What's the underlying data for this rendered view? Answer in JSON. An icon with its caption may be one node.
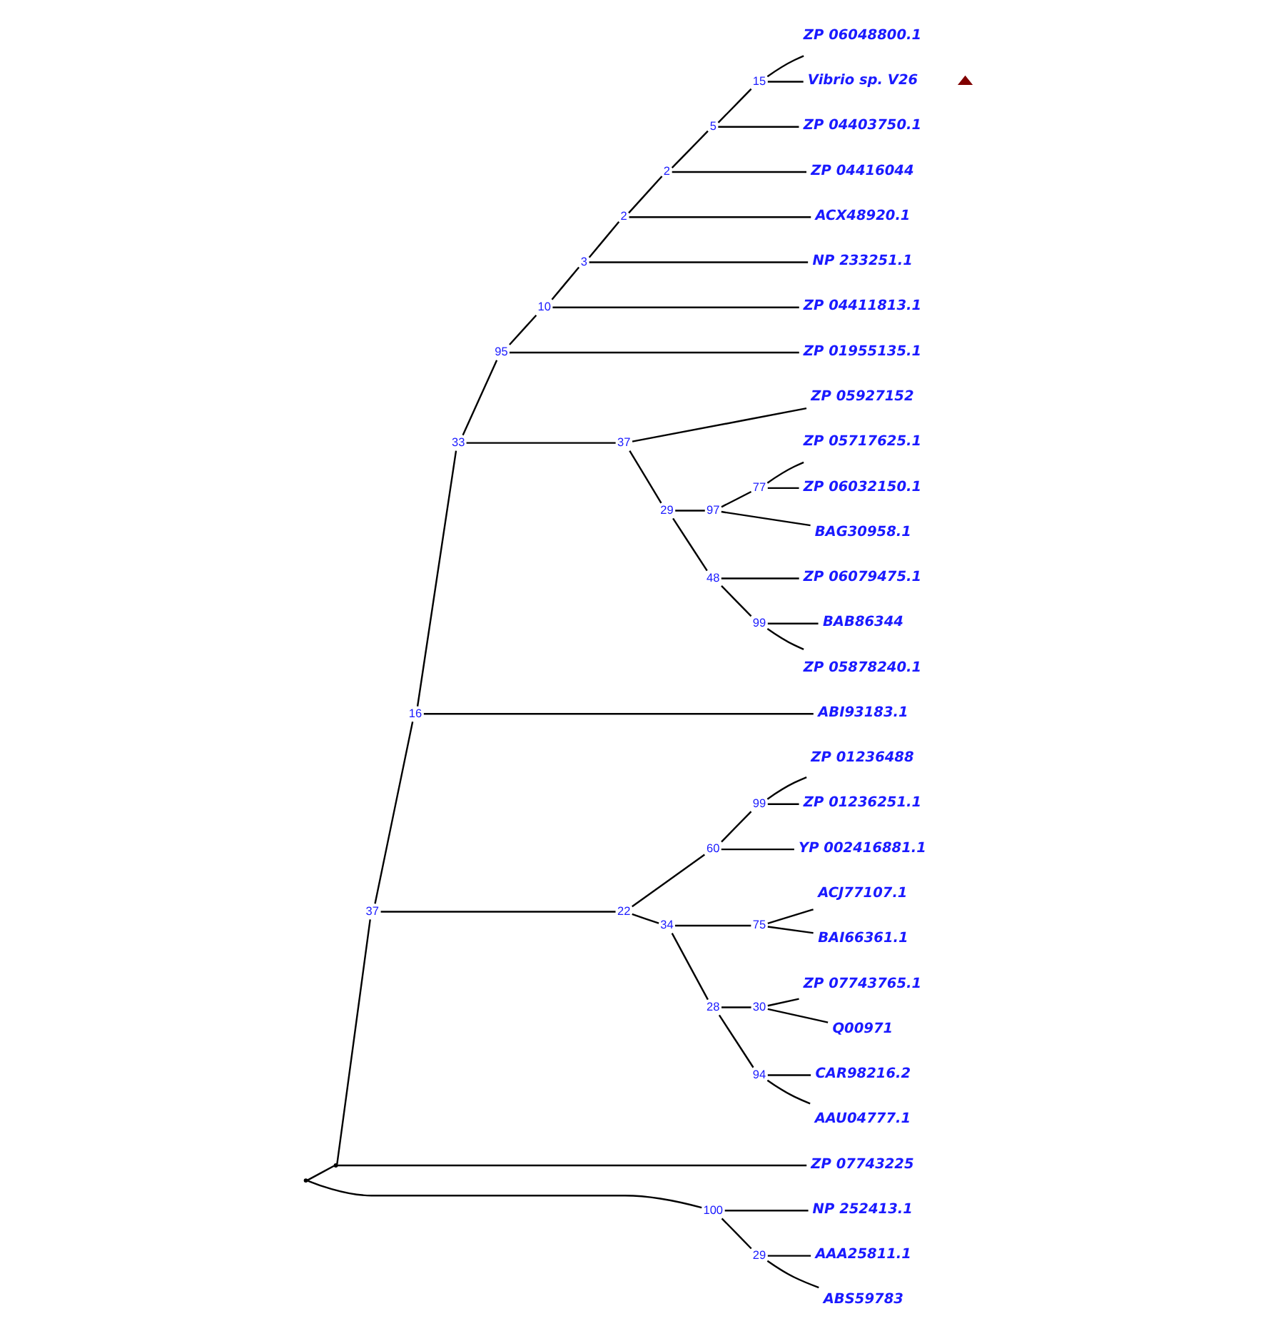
{
  "diagram": {
    "nodes": [
      {
        "text": [],
        "shape": "point"
      },
      {
        "text": [],
        "shape": "point"
      },
      {
        "text": [],
        "shape": "point",
        "beside": [
          "37"
        ]
      },
      {
        "text": [],
        "shape": "point",
        "beside": [
          "16"
        ]
      },
      {
        "text": [],
        "shape": "point",
        "beside": [
          "33"
        ]
      },
      {
        "text": [],
        "shape": "point",
        "beside": [
          "95"
        ]
      },
      {
        "text": [],
        "shape": "point",
        "beside": [
          "10"
        ]
      },
      {
        "text": [],
        "shape": "point",
        "beside": [
          "3"
        ]
      },
      {
        "text": [],
        "shape": "point",
        "beside": [
          "2"
        ]
      },
      {
        "text": [],
        "shape": "point",
        "beside": [
          "2"
        ]
      },
      {
        "text": [],
        "shape": "point",
        "beside": [
          "5"
        ]
      },
      {
        "text": [],
        "shape": "point",
        "beside": [
          "15"
        ]
      },
      {
        "text": [
          "ZP 06048800.1"
        ]
      },
      {
        "text": [
          "Vibrio sp. V26"
        ]
      },
      {
        "text": [
          "ZP 04403750.1"
        ]
      },
      {
        "text": [
          "ZP 04416044"
        ]
      },
      {
        "text": [
          "ACX48920.1"
        ]
      },
      {
        "text": [
          "NP 233251.1"
        ]
      },
      {
        "text": [
          "ZP 04411813.1"
        ]
      },
      {
        "text": [
          "ZP 01955135.1"
        ]
      },
      {
        "text": [],
        "shape": "point",
        "beside": [
          "37"
        ]
      },
      {
        "text": [
          "ZP 05927152"
        ]
      },
      {
        "text": [],
        "shape": "point",
        "beside": [
          "29"
        ]
      },
      {
        "text": [],
        "shape": "point",
        "beside": [
          "97"
        ]
      },
      {
        "text": [],
        "shape": "point",
        "beside": [
          "77"
        ]
      },
      {
        "text": [
          "ZP 05717625.1"
        ]
      },
      {
        "text": [
          "ZP 06032150.1"
        ]
      },
      {
        "text": [
          "BAG30958.1"
        ]
      },
      {
        "text": [],
        "shape": "point",
        "beside": [
          "48"
        ]
      },
      {
        "text": [
          "ZP 06079475.1"
        ]
      },
      {
        "text": [],
        "shape": "point",
        "beside": [
          "99"
        ]
      },
      {
        "text": [
          "BAB86344"
        ]
      },
      {
        "text": [
          "ZP 05878240.1"
        ]
      },
      {
        "text": [
          "ABI93183.1"
        ]
      },
      {
        "text": [],
        "shape": "point",
        "beside": [
          "22"
        ]
      },
      {
        "text": [],
        "shape": "point",
        "beside": [
          "60"
        ]
      },
      {
        "text": [],
        "shape": "point",
        "beside": [
          "99"
        ]
      },
      {
        "text": [
          "ZP 01236488"
        ]
      },
      {
        "text": [
          "ZP 01236251.1"
        ]
      },
      {
        "text": [
          "YP 002416881.1"
        ]
      },
      {
        "text": [],
        "shape": "point",
        "beside": [
          "34"
        ]
      },
      {
        "text": [],
        "shape": "point",
        "beside": [
          "75"
        ]
      },
      {
        "text": [
          "ACJ77107.1"
        ]
      },
      {
        "text": [
          "BAI66361.1"
        ]
      },
      {
        "text": [],
        "shape": "point",
        "beside": [
          "28"
        ]
      },
      {
        "text": [],
        "shape": "point",
        "beside": [
          "30"
        ]
      },
      {
        "text": [
          "ZP 07743765.1"
        ]
      },
      {
        "text": [
          "Q00971"
        ]
      },
      {
        "text": [],
        "shape": "point",
        "beside": [
          "94"
        ]
      },
      {
        "text": [
          "CAR98216.2"
        ]
      },
      {
        "text": [
          "AAU04777.1"
        ]
      },
      {
        "text": [
          "ZP 07743225"
        ]
      },
      {
        "text": [],
        "shape": "point",
        "beside": [
          "100"
        ]
      },
      {
        "text": [
          "NP 252413.1"
        ]
      },
      {
        "text": [],
        "shape": "point",
        "beside": [
          "29"
        ]
      },
      {
        "text": [
          "AAA25811.1"
        ]
      },
      {
        "text": [
          "ABS59783"
        ]
      }
    ],
    "edges": [
      {
        "from": 0,
        "to": 1,
        "arrow": "none"
      },
      {
        "from": 0,
        "to": 52,
        "arrow": "none"
      },
      {
        "from": 1,
        "to": 2,
        "arrow": "none"
      },
      {
        "from": 1,
        "to": 51,
        "arrow": "none"
      },
      {
        "from": 2,
        "to": 3,
        "arrow": "none"
      },
      {
        "from": 2,
        "to": 34,
        "arrow": "none"
      },
      {
        "from": 3,
        "to": 4,
        "arrow": "none"
      },
      {
        "from": 3,
        "to": 33,
        "arrow": "none"
      },
      {
        "from": 4,
        "to": 5,
        "arrow": "none"
      },
      {
        "from": 4,
        "to": 20,
        "arrow": "none"
      },
      {
        "from": 5,
        "to": 6,
        "arrow": "none"
      },
      {
        "from": 5,
        "to": 19,
        "arrow": "none"
      },
      {
        "from": 6,
        "to": 7,
        "arrow": "none"
      },
      {
        "from": 6,
        "to": 18,
        "arrow": "none"
      },
      {
        "from": 7,
        "to": 8,
        "arrow": "none"
      },
      {
        "from": 7,
        "to": 17,
        "arrow": "none"
      },
      {
        "from": 8,
        "to": 9,
        "arrow": "none"
      },
      {
        "from": 8,
        "to": 16,
        "arrow": "none"
      },
      {
        "from": 9,
        "to": 10,
        "arrow": "none"
      },
      {
        "from": 9,
        "to": 15,
        "arrow": "none"
      },
      {
        "from": 10,
        "to": 11,
        "arrow": "none"
      },
      {
        "from": 10,
        "to": 14,
        "arrow": "none"
      },
      {
        "from": 11,
        "to": 12,
        "arrow": "none"
      },
      {
        "from": 11,
        "to": 13,
        "arrow": "none"
      },
      {
        "from": 20,
        "to": 21,
        "arrow": "none"
      },
      {
        "from": 20,
        "to": 22,
        "arrow": "none"
      },
      {
        "from": 22,
        "to": 23,
        "arrow": "none"
      },
      {
        "from": 22,
        "to": 28,
        "arrow": "none"
      },
      {
        "from": 23,
        "to": 24,
        "arrow": "none"
      },
      {
        "from": 23,
        "to": 27,
        "arrow": "none"
      },
      {
        "from": 24,
        "to": 25,
        "arrow": "none"
      },
      {
        "from": 24,
        "to": 26,
        "arrow": "none"
      },
      {
        "from": 28,
        "to": 29,
        "arrow": "none"
      },
      {
        "from": 28,
        "to": 30,
        "arrow": "none"
      },
      {
        "from": 30,
        "to": 31,
        "arrow": "none"
      },
      {
        "from": 30,
        "to": 32,
        "arrow": "none"
      },
      {
        "from": 34,
        "to": 35,
        "arrow": "none"
      },
      {
        "from": 34,
        "to": 40,
        "arrow": "none"
      },
      {
        "from": 35,
        "to": 36,
        "arrow": "none"
      },
      {
        "from": 35,
        "to": 39,
        "arrow": "none"
      },
      {
        "from": 36,
        "to": 37,
        "arrow": "none"
      },
      {
        "from": 36,
        "to": 38,
        "arrow": "none"
      },
      {
        "from": 40,
        "to": 41,
        "arrow": "none"
      },
      {
        "from": 40,
        "to": 44,
        "arrow": "none"
      },
      {
        "from": 41,
        "to": 42,
        "arrow": "none"
      },
      {
        "from": 41,
        "to": 43,
        "arrow": "none"
      },
      {
        "from": 44,
        "to": 45,
        "arrow": "none"
      },
      {
        "from": 44,
        "to": 48,
        "arrow": "none"
      },
      {
        "from": 45,
        "to": 46,
        "arrow": "none"
      },
      {
        "from": 45,
        "to": 47,
        "arrow": "none"
      },
      {
        "from": 48,
        "to": 49,
        "arrow": "none"
      },
      {
        "from": 48,
        "to": 50,
        "arrow": "none"
      },
      {
        "from": 52,
        "to": 53,
        "arrow": "none"
      },
      {
        "from": 52,
        "to": 54,
        "arrow": "none"
      },
      {
        "from": 54,
        "to": 55,
        "arrow": "none"
      },
      {
        "from": 54,
        "to": 56,
        "arrow": "none"
      }
    ]
  }
}
